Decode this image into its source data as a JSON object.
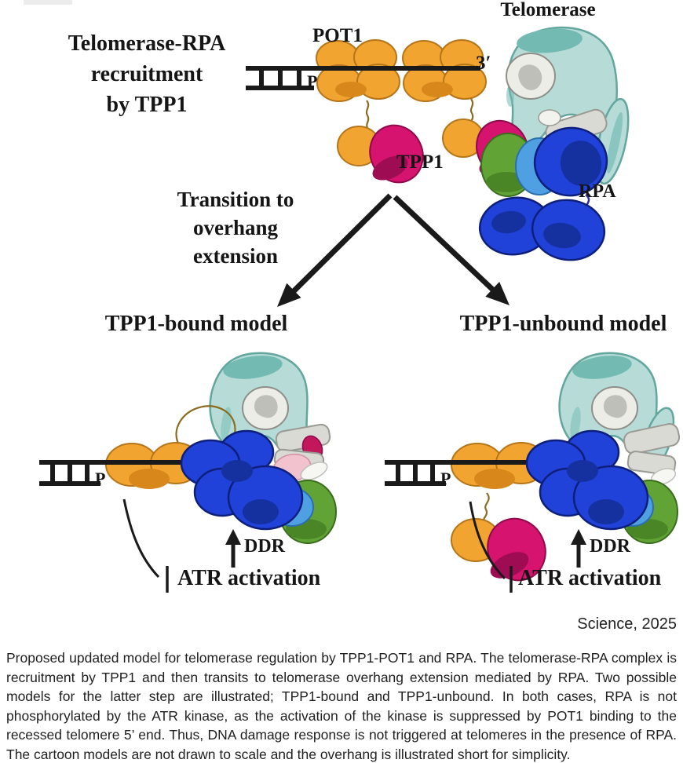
{
  "figure": {
    "panel_top": {
      "recruitment_lines": [
        "Telomerase-RPA",
        "recruitment",
        "by TPP1"
      ],
      "pot1": "POT1",
      "telomerase": "Telomerase",
      "three_prime": "3′",
      "p": "P",
      "tpp1": "TPP1",
      "rpa": "RPA"
    },
    "transition_lines": [
      "Transition to",
      "overhang",
      "extension"
    ],
    "model_left": {
      "title": "TPP1-bound model",
      "p": "P",
      "ddr": "DDR",
      "atr": "ATR activation"
    },
    "model_right": {
      "title": "TPP1-unbound model",
      "p": "P",
      "ddr": "DDR",
      "atr": "ATR activation"
    },
    "source": "Science, 2025"
  },
  "caption": {
    "text": "Proposed updated model for telomerase regulation by TPP1-POT1 and RPA. The telomerase-RPA complex is recruitment by TPP1 and then transits to telomerase overhang extension mediated by RPA. Two possible models for the latter step are illustrated; TPP1-bound and TPP1-unbound. In both cases, RPA is not phosphorylated by the ATR kinase, as the activation of the kinase is suppressed by POT1 binding to the recessed telomere 5’ end. Thus, DNA damage response is not triggered at telomeres in the presence of RPA. The cartoon models are not drawn to scale and the overhang is illustrated short for simplicity."
  },
  "colors": {
    "orange": "#F2A430",
    "orange_dark": "#D8881B",
    "orange_stroke": "#B5751A",
    "magenta": "#D6136F",
    "magenta_dark": "#9E0C53",
    "teal": "#B7DCD8",
    "teal_dark": "#72BAB2",
    "blue": "#2042D8",
    "blue_dark": "#15309F",
    "light_blue": "#4FA0E2",
    "green": "#61A435",
    "green_dark": "#4A8526",
    "gray": "#DADAD5",
    "black": "#1A1A1A"
  }
}
